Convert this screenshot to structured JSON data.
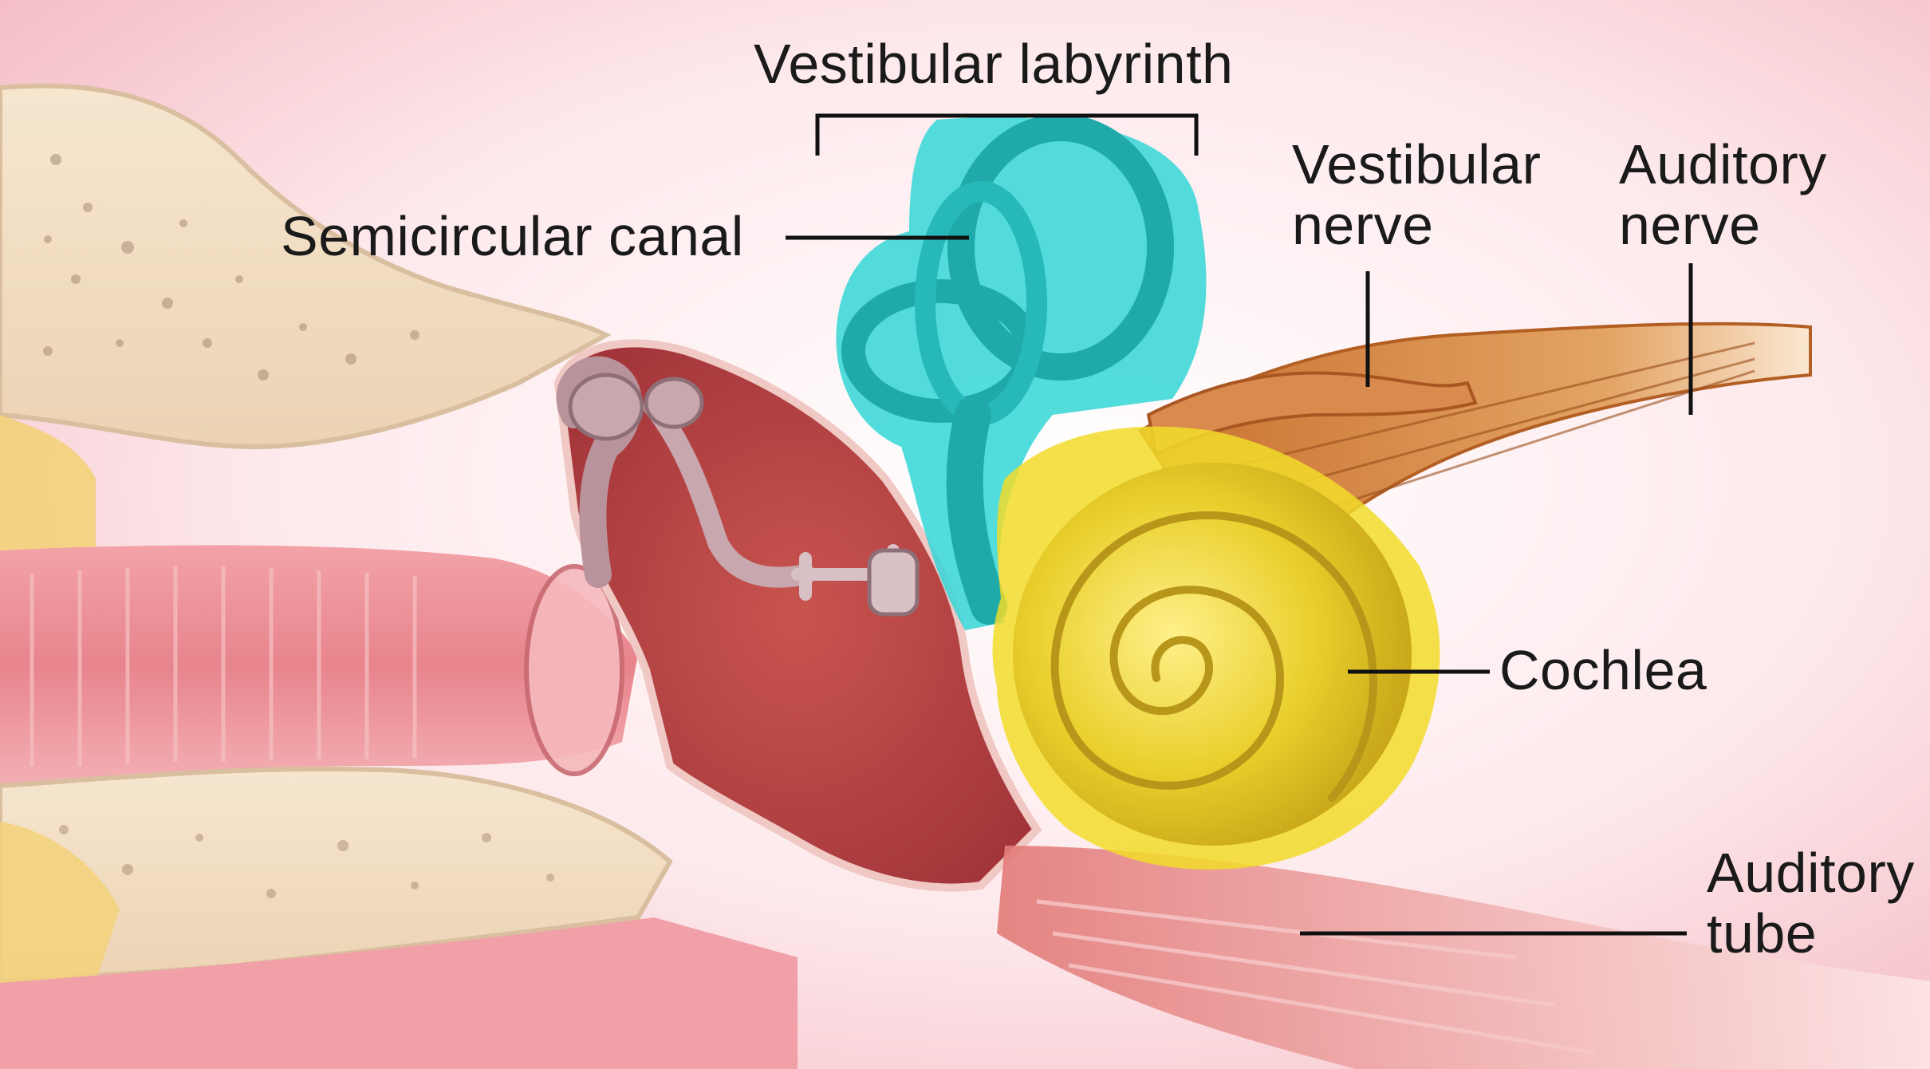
{
  "diagram": {
    "labels": {
      "vestibular_labyrinth": "Vestibular labyrinth",
      "semicircular_canal": "Semicircular canal",
      "vestibular_nerve": [
        "Vestibular",
        "nerve"
      ],
      "auditory_nerve": [
        "Auditory",
        "nerve"
      ],
      "cochlea": "Cochlea",
      "auditory_tube": [
        "Auditory",
        "tube"
      ]
    },
    "highlights": {
      "vestibular_labyrinth_color": "#35d6d6",
      "cochlea_color": "#f2dc2a"
    },
    "colors": {
      "background": "#fbe3e6",
      "bone": "#f3dec4",
      "canal_tissue": "#e48a92",
      "nerve": "#d98a48",
      "leader_lines": "#111111"
    }
  }
}
